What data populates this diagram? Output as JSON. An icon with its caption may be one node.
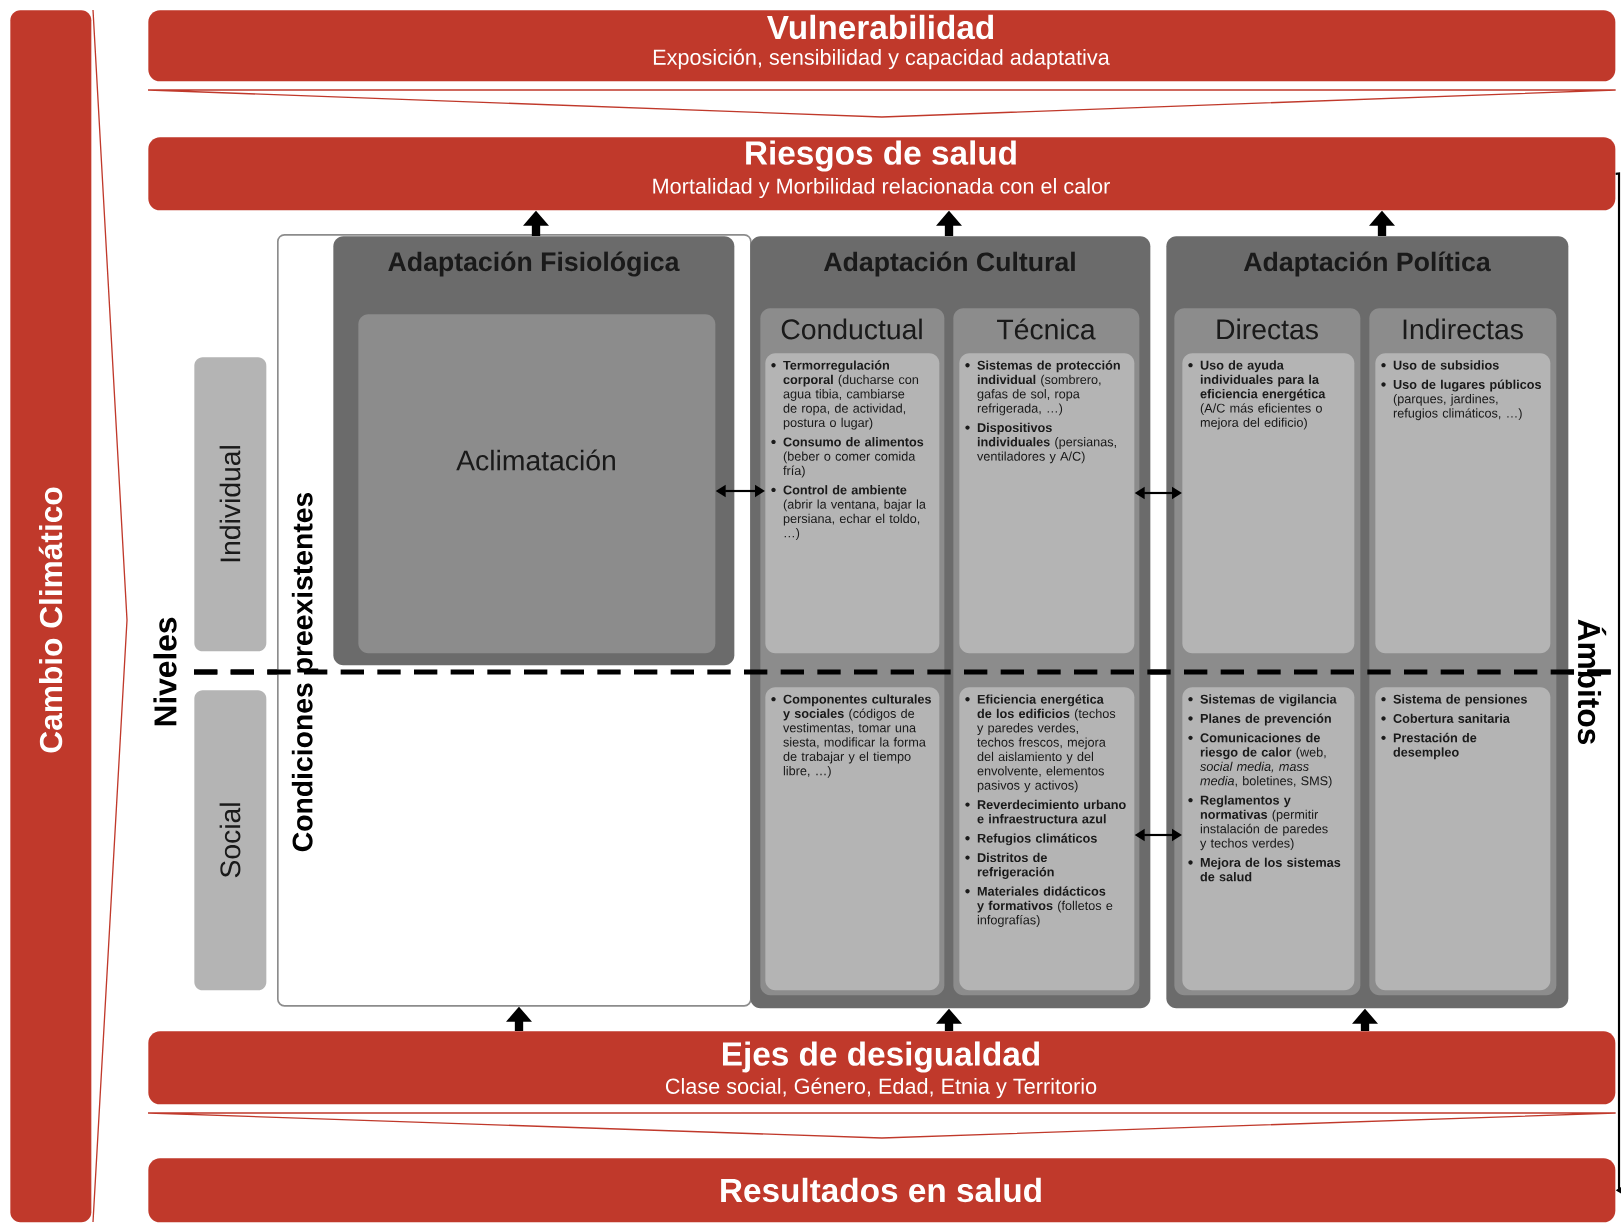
{
  "diagram": {
    "nodes": [
      {
        "text": [
          "Cambio Climático"
        ]
      },
      {
        "text": [
          "Vulnerabilidad",
          "Exposición, sensibilidad y capacidad adaptativa"
        ]
      },
      {
        "text": [
          "Riesgos de salud",
          "Mortalidad y Morbilidad relacionada con el calor"
        ]
      },
      {
        "text": [
          "Individual"
        ]
      },
      {
        "text": [
          "Social"
        ]
      },
      {
        "text": [
          "Condiciones preexistentes"
        ]
      },
      {
        "text": [
          "Adaptación Fisiológica"
        ],
        "in": 5
      },
      {
        "text": [
          "Aclimatación"
        ],
        "in": 6
      },
      {
        "text": [
          "Adaptación Cultural"
        ]
      },
      {
        "text": [
          "Conductual"
        ],
        "in": 8
      },
      {
        "text": [
          "**Termorregulación corporal** (ducharse con agua tibia, cambiarse de ropa, de actividad, postura o lugar)",
          "**Consumo de alimentos** (beber o comer comida fría)",
          "**Control de ambiente** (abrir la ventana, bajar la persiana, echar el toldo, …)"
        ],
        "in": 9
      },
      {
        "text": [
          "**Componentes culturales y sociales** (códigos de vestimentas, tomar una siesta, modificar la forma de trabajar y el tiempo libre, …)"
        ],
        "in": 9
      },
      {
        "text": [
          "Técnica"
        ],
        "in": 8
      },
      {
        "text": [
          "**Sistemas de protección individual** (sombrero, gafas de sol, ropa refrigerada, …)",
          "**Dispositivos individuales** (persianas, ventiladores y A/C)"
        ],
        "in": 12
      },
      {
        "text": [
          "**Eficiencia energética de los edificios** (techos y paredes verdes, techos frescos, mejora del aislamiento y del envolvente, elementos pasivos y activos)",
          "Reverdecimiento urbano e infraestructura azul",
          "Refugios climáticos",
          "Distritos de refrigeración",
          "**Materiales didácticos y formativos** (folletos e infografías)"
        ],
        "in": 12
      },
      {
        "text": [
          "Adaptación Política"
        ]
      },
      {
        "text": [
          "Directas"
        ],
        "in": 15
      },
      {
        "text": [
          "**Uso de ayuda individuales para la eficiencia energética** (A/C más eficientes o mejora del edificio)"
        ],
        "in": 16
      },
      {
        "text": [
          "Sistemas de vigilancia",
          "Planes de prevención",
          "**Comunicaciones de riesgo de calor** (web, *social media, mass media*, boletines, SMS)",
          "**Reglamentos y normativas** (permitir instalación de paredes y techos verdes)",
          "Mejora de los sistemas de salud"
        ],
        "in": 16
      },
      {
        "text": [
          "Indirectas"
        ],
        "in": 15
      },
      {
        "text": [
          "Uso de subsidios",
          "**Uso de lugares públicos** (parques, jardines, refugios climáticos, …)"
        ],
        "in": 19
      },
      {
        "text": [
          "Sistema de pensiones",
          "Cobertura sanitaria",
          "Prestación de desempleo"
        ],
        "in": 19
      },
      {
        "text": [
          "Ejes de desigualdad",
          "Clase social, Género, Edad, Etnia y Territorio"
        ]
      },
      {
        "text": [
          "Resultados en salud"
        ]
      }
    ],
    "edges": [
      {
        "from": 6,
        "to": 2,
        "arrow": "to"
      },
      {
        "from": 8,
        "to": 2,
        "arrow": "to"
      },
      {
        "from": 15,
        "to": 2,
        "arrow": "to"
      },
      {
        "from": 22,
        "to": 5,
        "arrow": "to"
      },
      {
        "from": 22,
        "to": 8,
        "arrow": "to"
      },
      {
        "from": 22,
        "to": 15,
        "arrow": "to"
      },
      {
        "from": 7,
        "to": 10,
        "arrow": "both"
      },
      {
        "from": 13,
        "to": 17,
        "arrow": "both"
      },
      {
        "from": 14,
        "to": 18,
        "arrow": "both"
      },
      {
        "from": 2,
        "to": 23,
        "arrow": "to"
      },
      {
        "from": 1,
        "to": 2,
        "arrow": "to",
        "color": "#c0392b"
      },
      {
        "from": 22,
        "to": 23,
        "arrow": "to",
        "color": "#c0392b"
      }
    ],
    "labels": [
      "Niveles",
      "Ámbitos"
    ]
  }
}
